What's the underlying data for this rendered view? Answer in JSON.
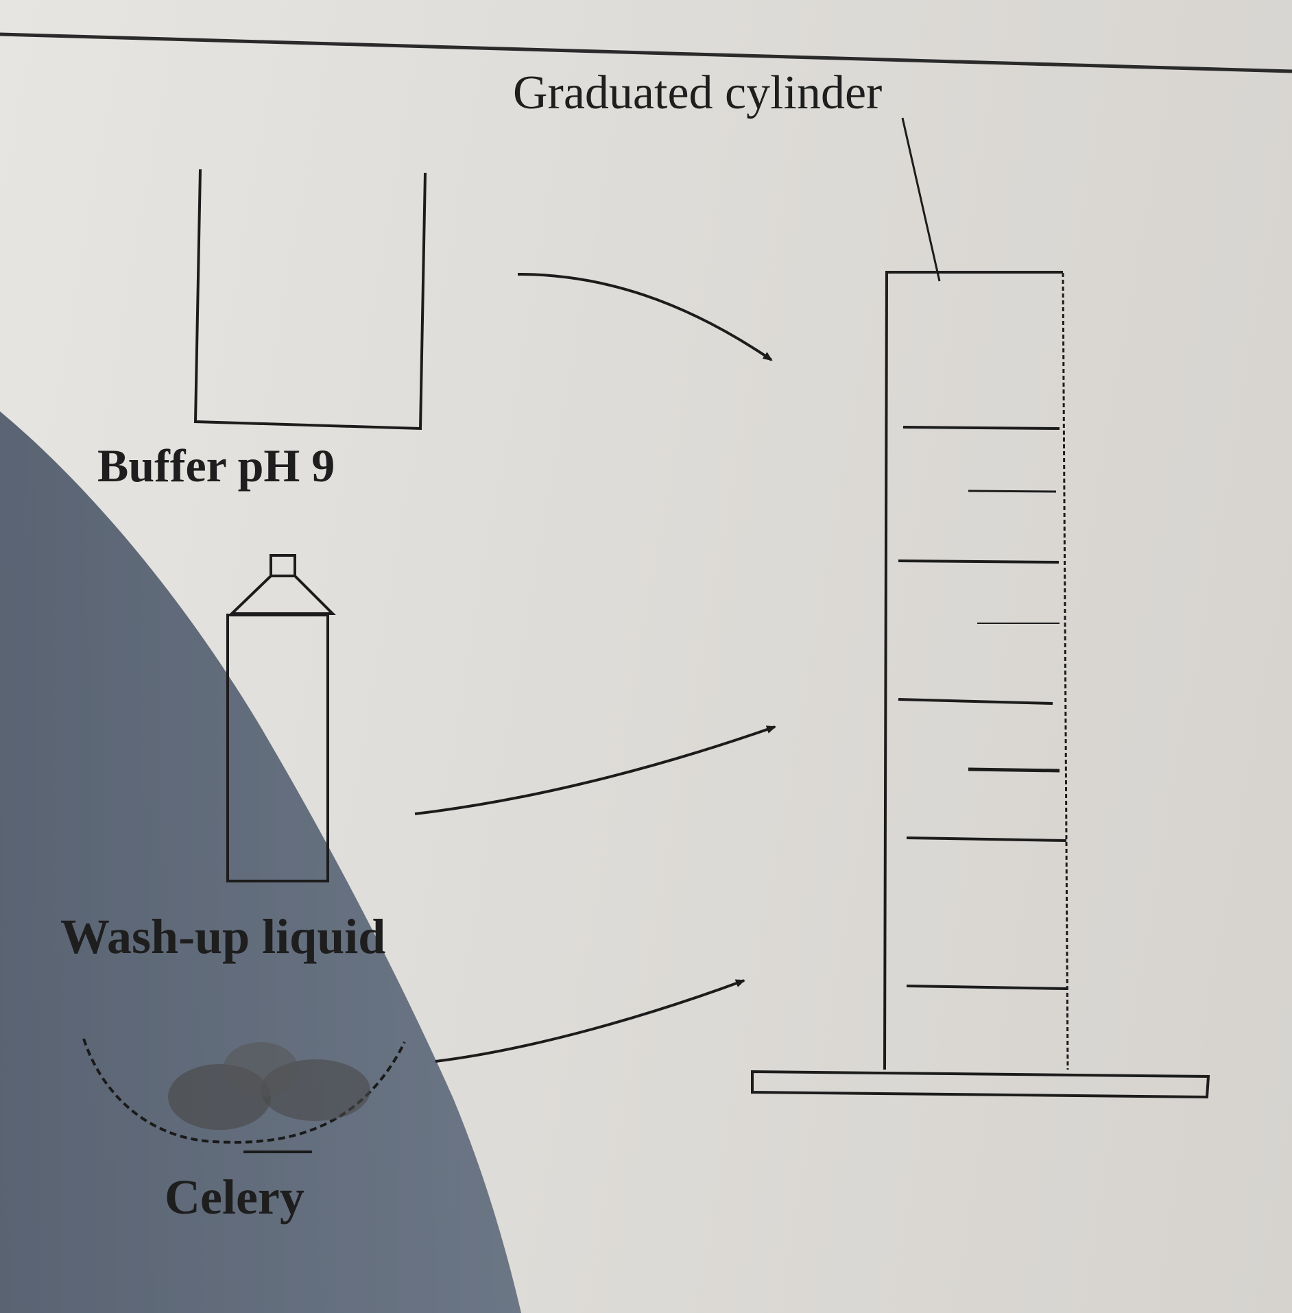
{
  "diagram": {
    "items": [
      {
        "id": "buffer",
        "label": "Buffer pH 9",
        "icon": "beaker-icon"
      },
      {
        "id": "wash",
        "label": "Wash-up liquid",
        "icon": "bottle-icon"
      },
      {
        "id": "celery",
        "label": "Celery",
        "icon": "celery-bowl-icon"
      }
    ],
    "target": {
      "label": "Graduated cylinder",
      "icon": "graduated-cylinder-icon"
    },
    "colors": {
      "ink": "#1c1c1c",
      "paper": "#dcdcda",
      "shadow": "#2f3d52"
    }
  }
}
